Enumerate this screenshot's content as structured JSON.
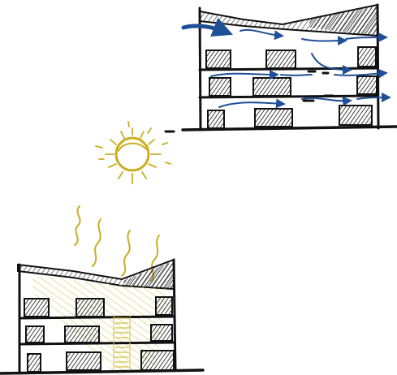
{
  "diagram": {
    "kind": "sketch",
    "panels": [
      {
        "name": "cooling-ventilation-section",
        "elements": [
          "building-section",
          "airflow-arrows"
        ]
      },
      {
        "name": "solar-heating-section",
        "elements": [
          "building-section",
          "sun",
          "heat-waves",
          "sunlight-hatching"
        ]
      }
    ]
  },
  "colors": {
    "ink": "#111111",
    "airflow": "#1f4f96",
    "sun": "#c9ae22",
    "background": "#ffffff"
  },
  "icons": {
    "sun": "sun-icon",
    "airflow": "wind-arrow-icon",
    "heat": "heat-wave-icon"
  }
}
